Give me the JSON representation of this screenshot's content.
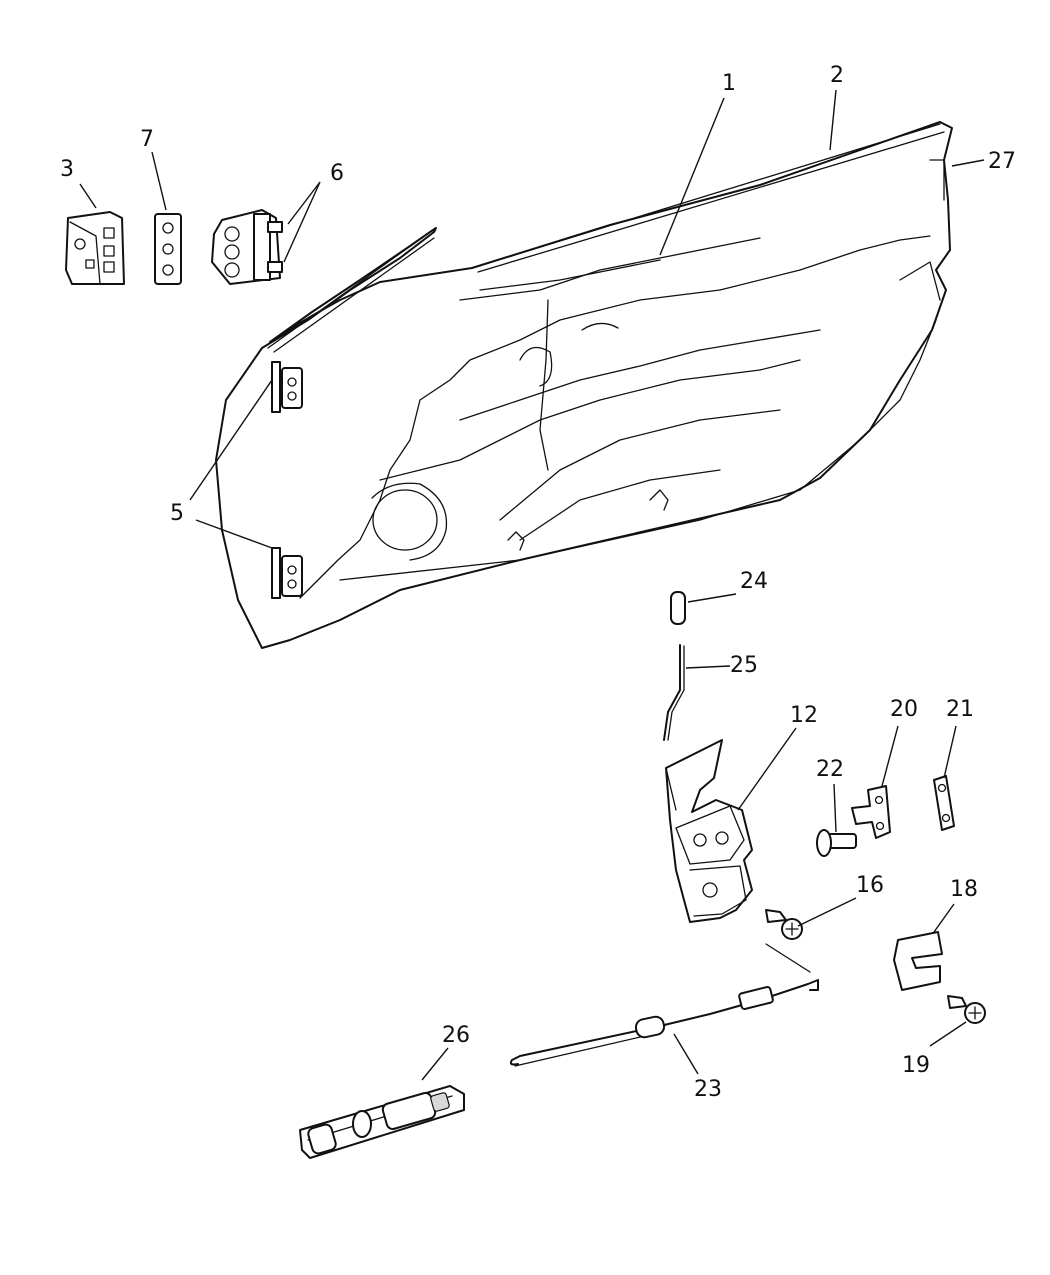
{
  "callouts": {
    "c1": "1",
    "c2": "2",
    "c3": "3",
    "c5": "5",
    "c6": "6",
    "c7": "7",
    "c12": "12",
    "c16": "16",
    "c18": "18",
    "c19": "19",
    "c20": "20",
    "c21": "21",
    "c22": "22",
    "c23": "23",
    "c24": "24",
    "c25": "25",
    "c26": "26",
    "c27": "27"
  }
}
